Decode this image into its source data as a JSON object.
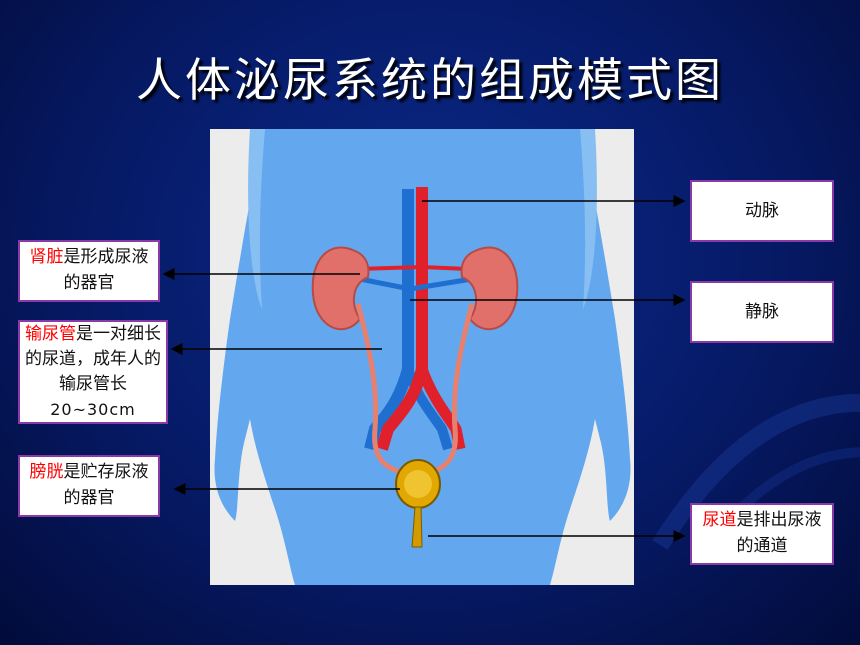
{
  "title": "人体泌尿系统的组成模式图",
  "labels": {
    "artery": "动脉",
    "vein": "静脉",
    "kidney_term": "肾脏",
    "kidney_text": "是形成尿液的器官",
    "ureter_term": "输尿管",
    "ureter_text": "是一对细长的尿道，成年人的输尿管长",
    "ureter_length": "20~30cm",
    "bladder_term": "膀胱",
    "bladder_text": "是贮存尿液的器官",
    "urethra_term": "尿道",
    "urethra_text": "是排出尿液的通道"
  },
  "colors": {
    "background": "#061a66",
    "body_silhouette": "#63a8ee",
    "artery": "#e0202a",
    "vein": "#1f6fd0",
    "kidney": "#e2706a",
    "bladder": "#e0a800",
    "highlight_text": "#ff0000",
    "label_border": "#8a3aa8"
  }
}
